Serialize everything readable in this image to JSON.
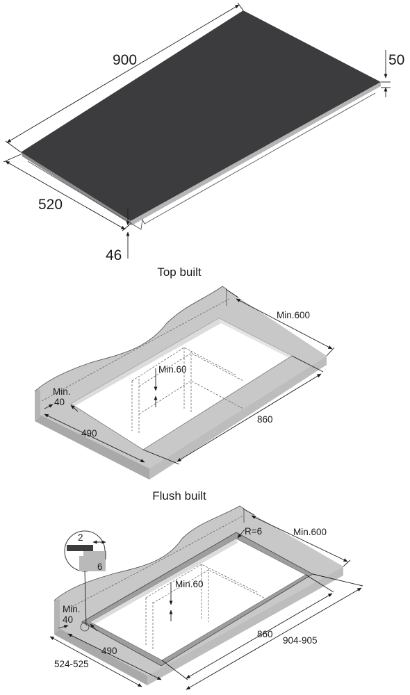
{
  "hob": {
    "width": "900",
    "depth": "520",
    "height_total": "50",
    "height_under": "46"
  },
  "top_built": {
    "title": "Top built",
    "min_depth": "Min.600",
    "min_rear": "Min.60",
    "min_front_line1": "Min.",
    "min_front_line2": "40",
    "cutout_depth": "490",
    "cutout_width": "860"
  },
  "flush_built": {
    "title": "Flush built",
    "min_depth": "Min.600",
    "radius": "R=6",
    "detail_gap": "2",
    "detail_depth": "6",
    "min_rear": "Min.60",
    "min_front_line1": "Min.",
    "min_front_line2": "40",
    "cutout_width": "860",
    "cutout_depth": "490",
    "rebate_width": "904-905",
    "rebate_depth": "524-525"
  },
  "colors": {
    "hob_glass": "#3c3c3e",
    "worktop": "#c8c8c8",
    "worktop_edge": "#a9a9a9",
    "line": "#1a1a1a"
  }
}
